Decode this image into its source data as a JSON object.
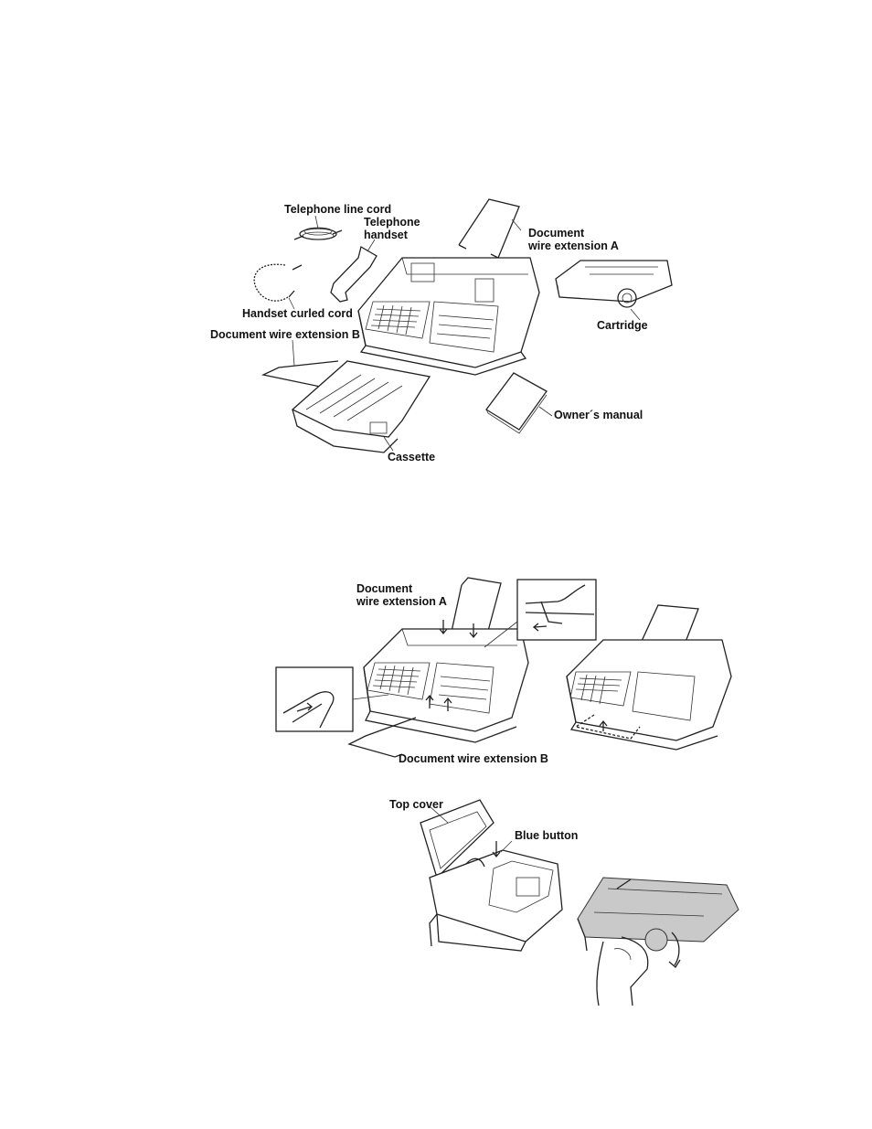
{
  "figure1": {
    "labels": {
      "telephone_line_cord": "Telephone line cord",
      "telephone_handset": "Telephone\nhandset",
      "document_wire_extension_a": "Document\nwire extension A",
      "handset_curled_cord": "Handset curled cord",
      "cartridge": "Cartridge",
      "document_wire_extension_b": "Document wire extension B",
      "owners_manual": "Owner´s manual",
      "cassette": "Cassette"
    }
  },
  "figure2": {
    "labels": {
      "document_wire_extension_a": "Document\nwire extension A",
      "document_wire_extension_b": "Document wire extension B"
    }
  },
  "figure3": {
    "labels": {
      "top_cover": "Top cover",
      "blue_button": "Blue button"
    }
  }
}
